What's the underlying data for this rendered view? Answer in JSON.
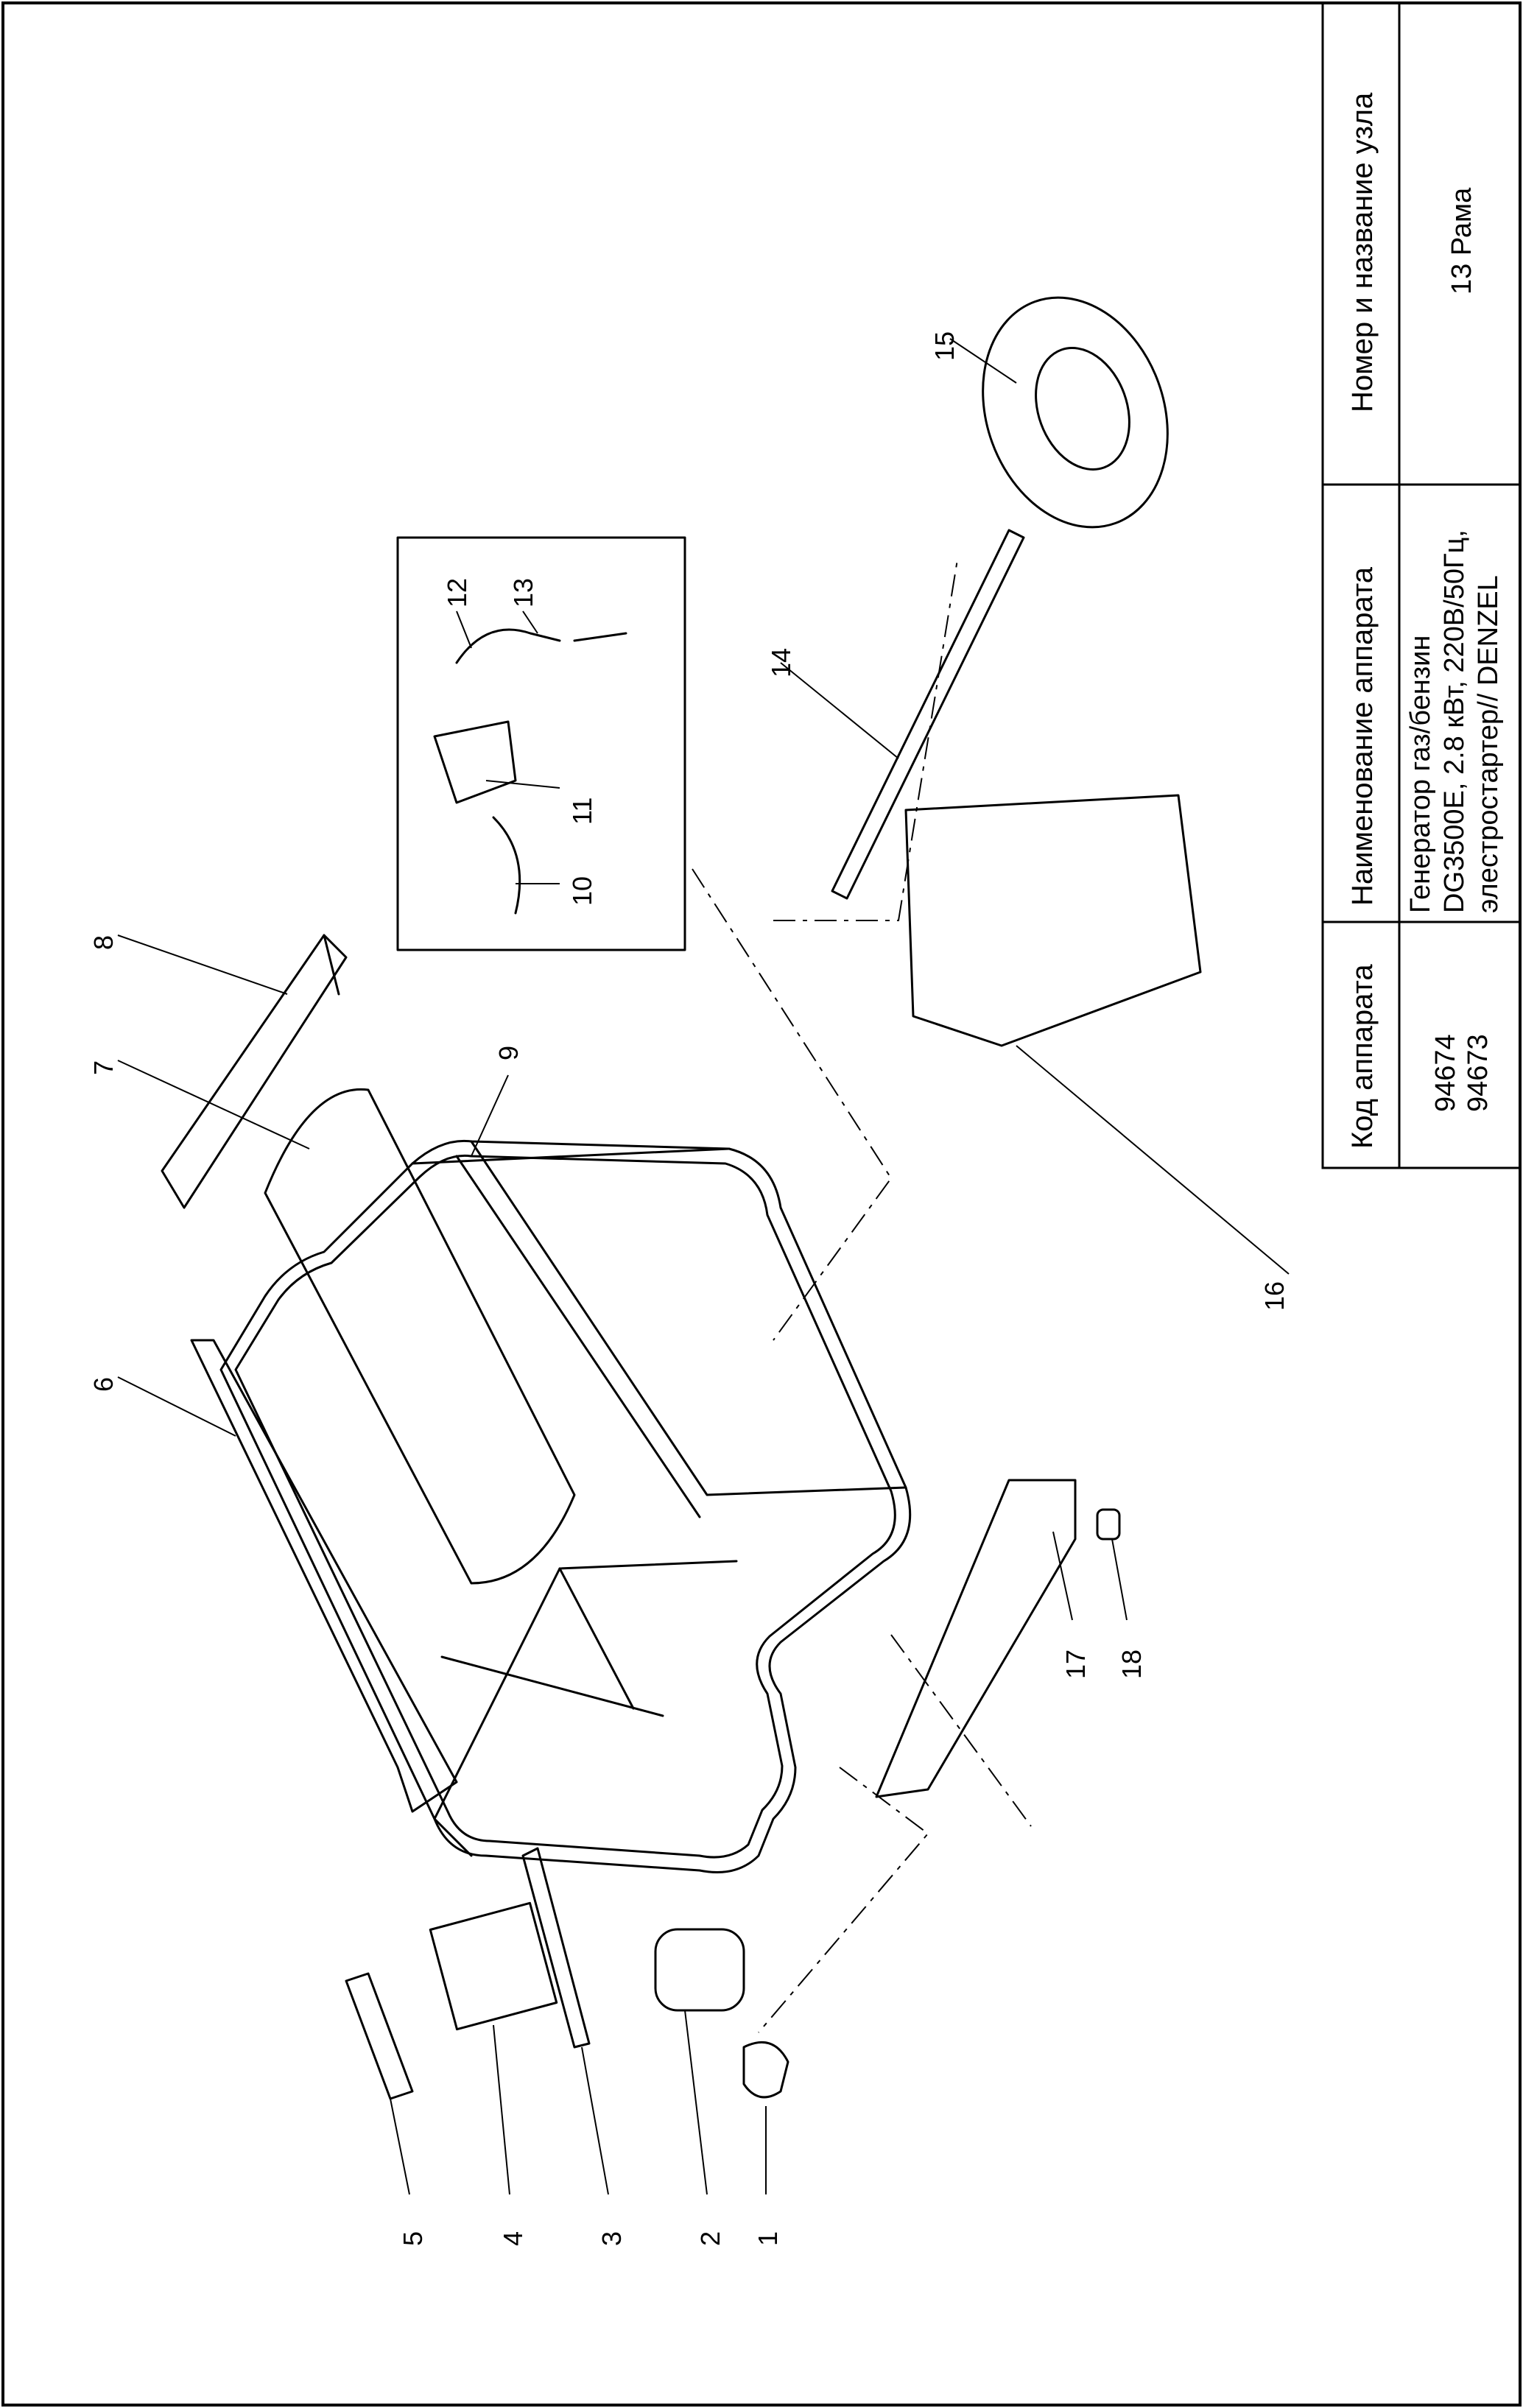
{
  "title_block": {
    "col_code_header": "Код аппарата",
    "col_code_values": [
      "94674",
      "94673"
    ],
    "col_name_header": "Наименование аппарата",
    "col_name_lines": [
      "Генератор газ/бензин",
      "DG3500E, 2.8 кВт, 220В/50Гц,",
      "элестростартер// DENZEL"
    ],
    "col_node_header": "Номер и название узла",
    "col_node_value": "13 Рама"
  },
  "callouts": [
    "1",
    "2",
    "3",
    "4",
    "5",
    "6",
    "7",
    "8",
    "9",
    "10",
    "11",
    "12",
    "13",
    "14",
    "15",
    "16",
    "17",
    "18"
  ]
}
